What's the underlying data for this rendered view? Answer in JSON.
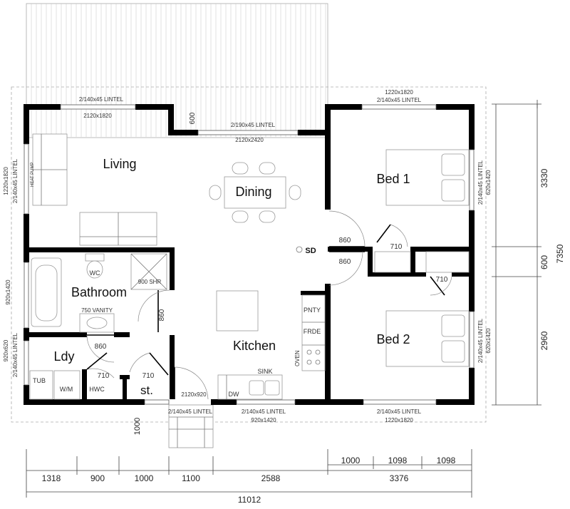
{
  "rooms": {
    "living": "Living",
    "dining": "Dining",
    "bed1": "Bed 1",
    "bed2": "Bed 2",
    "bathroom": "Bathroom",
    "kitchen": "Kitchen",
    "laundry": "Ldy",
    "store": "st."
  },
  "fixtures": {
    "heat_pump": "HEAT PUMP",
    "wc": "WC",
    "shower": "900 SHR",
    "vanity": "750 VANITY",
    "pantry": "PNTY",
    "fridge": "FRDE",
    "oven": "OVEN",
    "sink": "SINK",
    "dishwasher": "DW",
    "tub": "TUB",
    "washing_machine": "W/M",
    "hot_water_cylinder": "HWC",
    "smoke_detector": "SD"
  },
  "openings": {
    "top_left_lintel": "2/140x45 LINTEL",
    "top_left_window": "2120x1820",
    "top_mid_lintel": "2/190x45 LINTEL",
    "top_mid_window": "2120x2420",
    "top_right_window": "1220x1820",
    "top_right_lintel": "2/140x45 LINTEL",
    "step_600": "600",
    "left_living_window": "1220x1820",
    "left_living_lintel": "2/140x45 LINTEL",
    "left_bath_window": "920x1420",
    "left_ldy_window": "920x620",
    "left_ldy_lintel": "2/140x45 LINTEL",
    "right_bed1_lintel": "2/140x45 LINTEL",
    "right_bed1_window": "620x1420",
    "right_bed2_lintel": "2/140x45 LINTEL",
    "right_bed2_window": "620x1420",
    "bottom_entry_window": "2120x920",
    "bottom_left_lintel": "2/140x45 LINTEL",
    "bottom_mid_lintel": "2/140x45 LINTEL",
    "bottom_mid_window": "920x1420",
    "bottom_right_lintel": "2/140x45 LINTEL",
    "bottom_right_window": "1220x1820",
    "door_bed1": "860",
    "door_bed2": "860",
    "door_bath": "860",
    "door_ldy": "860",
    "door_bed1_wardrobe": "710",
    "door_bed2_wardrobe": "710",
    "door_hwc": "710",
    "door_store": "710",
    "entry_landing": "1000"
  },
  "dimensions": {
    "right_top": "3330",
    "right_mid": "600",
    "right_bottom": "2960",
    "right_total": "7350",
    "bottom_segments": [
      "1318",
      "900",
      "1000",
      "1100",
      "2588"
    ],
    "bottom_right_segments": [
      "1000",
      "1098",
      "1098"
    ],
    "bottom_right_total": "3376",
    "bottom_total": "11012"
  }
}
